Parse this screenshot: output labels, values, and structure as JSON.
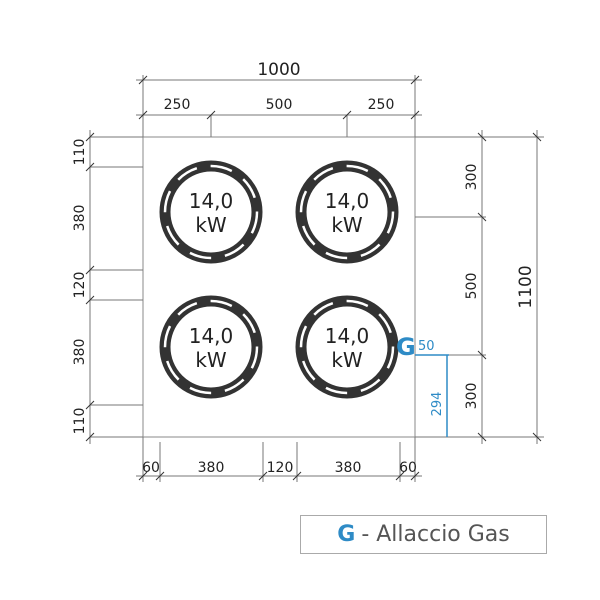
{
  "title_width": "1000",
  "top_dims": [
    "250",
    "500",
    "250"
  ],
  "left_dims": [
    "110",
    "380",
    "120",
    "380",
    "110"
  ],
  "right_dims": [
    "300",
    "500",
    "300"
  ],
  "total_depth": "1100",
  "bottom_dims": [
    "60",
    "380",
    "120",
    "380",
    "60"
  ],
  "burners": [
    {
      "power": "14,0",
      "unit": "kW"
    },
    {
      "power": "14,0",
      "unit": "kW"
    },
    {
      "power": "14,0",
      "unit": "kW"
    },
    {
      "power": "14,0",
      "unit": "kW"
    }
  ],
  "gas": {
    "symbol": "G",
    "offset_x": "50",
    "offset_y": "294",
    "color": "#2e8bc6"
  },
  "legend": {
    "symbol": "G",
    "text": "- Allaccio Gas"
  }
}
